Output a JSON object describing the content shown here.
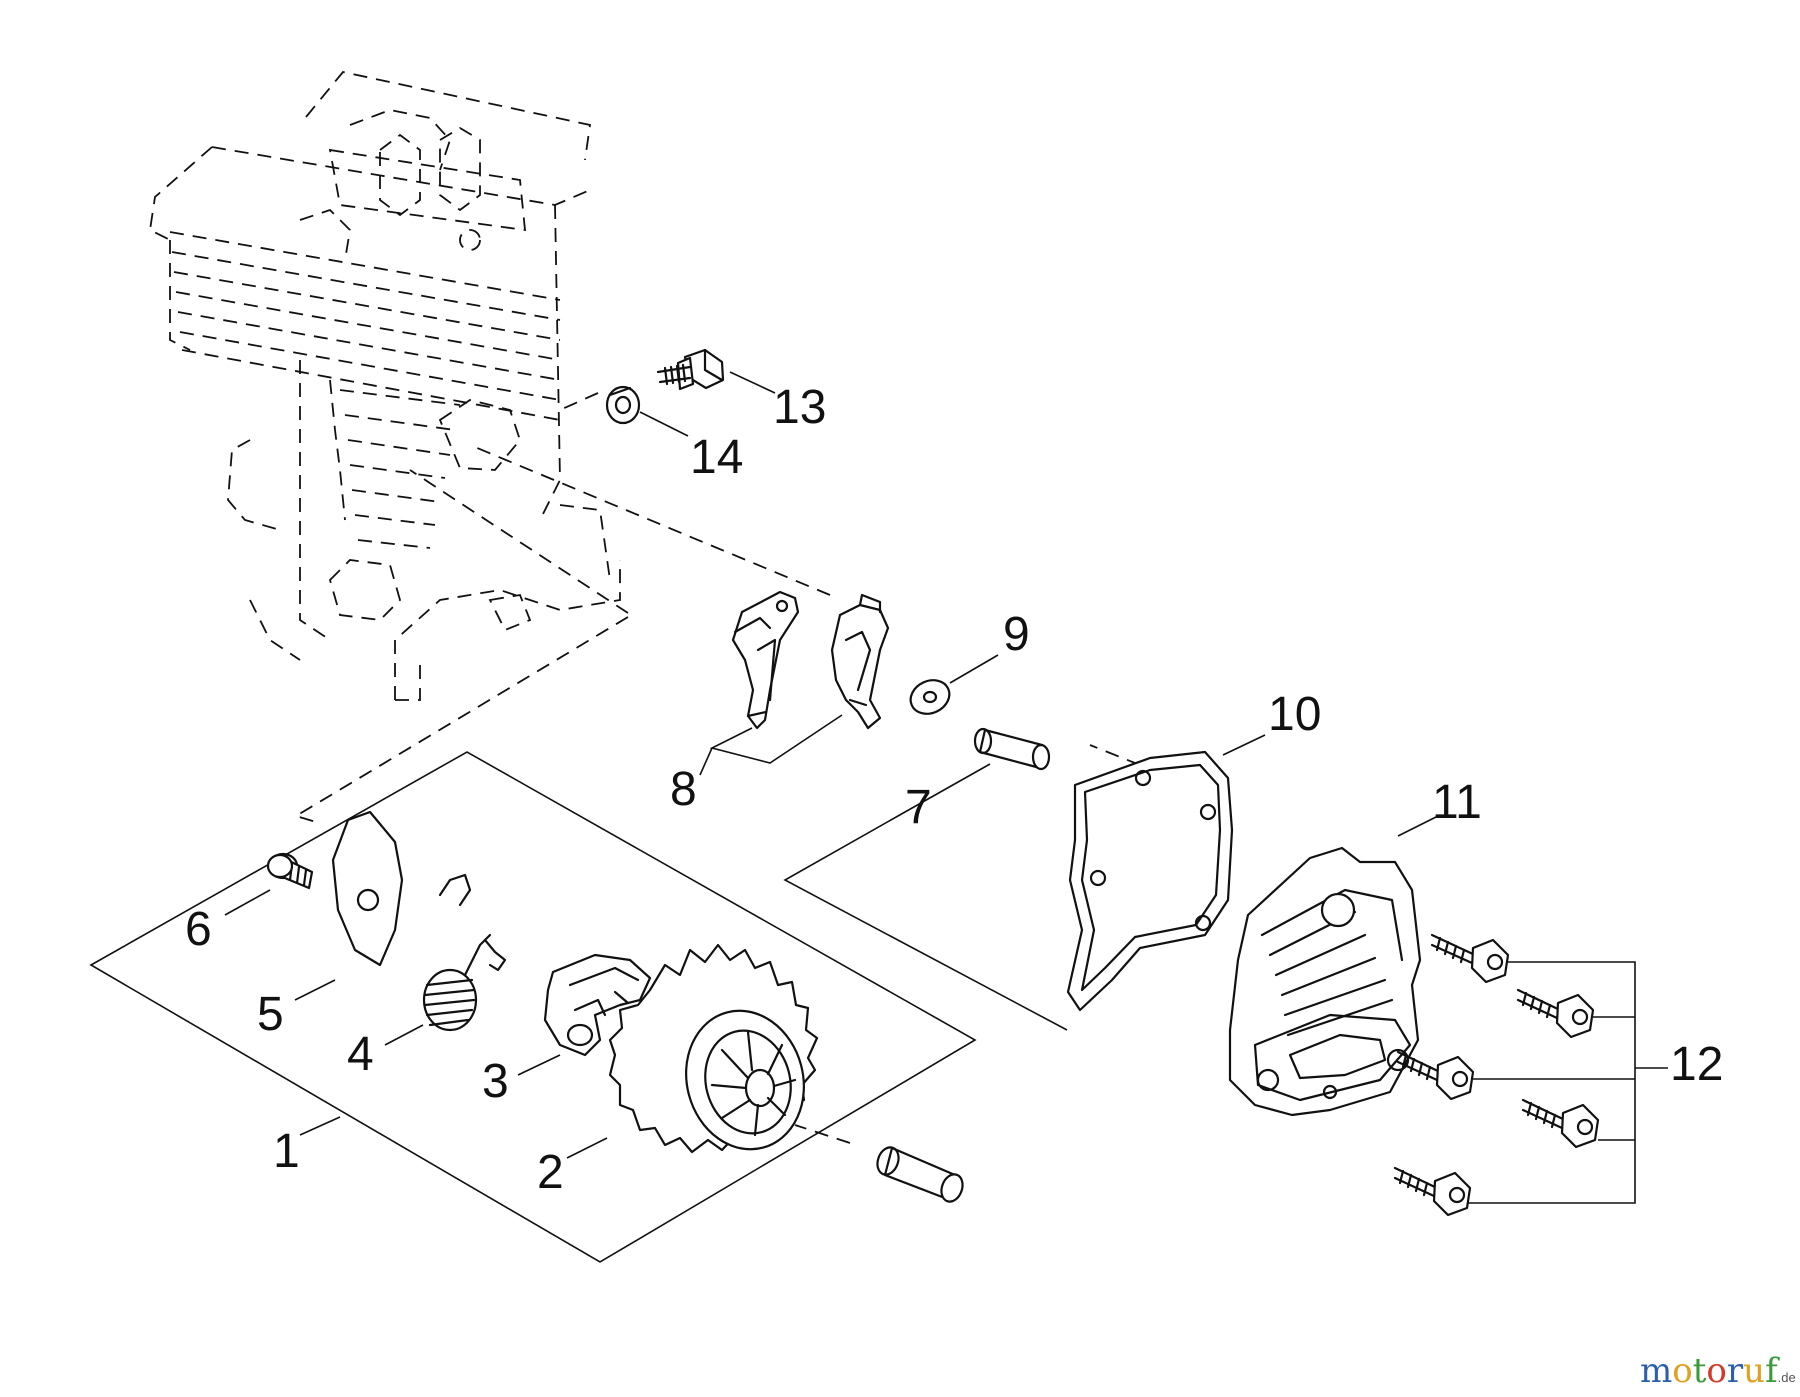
{
  "diagram": {
    "callouts": [
      "1",
      "2",
      "3",
      "4",
      "5",
      "6",
      "7",
      "8",
      "9",
      "10",
      "11",
      "12",
      "13",
      "14"
    ]
  },
  "watermark": {
    "letters": [
      "m",
      "o",
      "t",
      "o",
      "r",
      "u",
      "f"
    ],
    "suffix": ".de",
    "colors": [
      "#2b5fae",
      "#e0a020",
      "#3a9a3a",
      "#d23a2a",
      "#2b5fae",
      "#e0a020",
      "#3a9a3a"
    ],
    "suffix_color": "#555555"
  }
}
